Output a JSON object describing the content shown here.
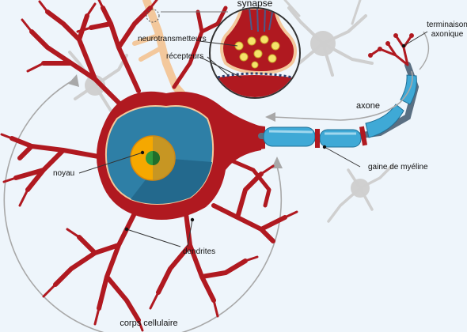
{
  "labels": {
    "synapse": "synapse",
    "neurotransmitters": "neurotransmetteurs",
    "receptors": "récepteurs",
    "axon_terminal_line1": "terminaison",
    "axon_terminal_line2": "axonique",
    "axon": "axone",
    "nucleus": "noyau",
    "myelin_sheath": "gaine de myéline",
    "dendrites": "dendrites",
    "cell_body": "corps cellulaire"
  },
  "colors": {
    "background": "#eef5fb",
    "cytoplasm": "#b01920",
    "cytoplasm_dark": "#8c1218",
    "nucleus_region": "#2e7fa6",
    "nucleolus_outer": "#f5a800",
    "nucleolus_core": "#2f9a3c",
    "myelin": "#3fa9d6",
    "axon_core": "#5a6f82",
    "presynaptic": "#f7c9a0",
    "ghost_neurons": "#c8c8c8",
    "arrow_gray": "#999999"
  }
}
